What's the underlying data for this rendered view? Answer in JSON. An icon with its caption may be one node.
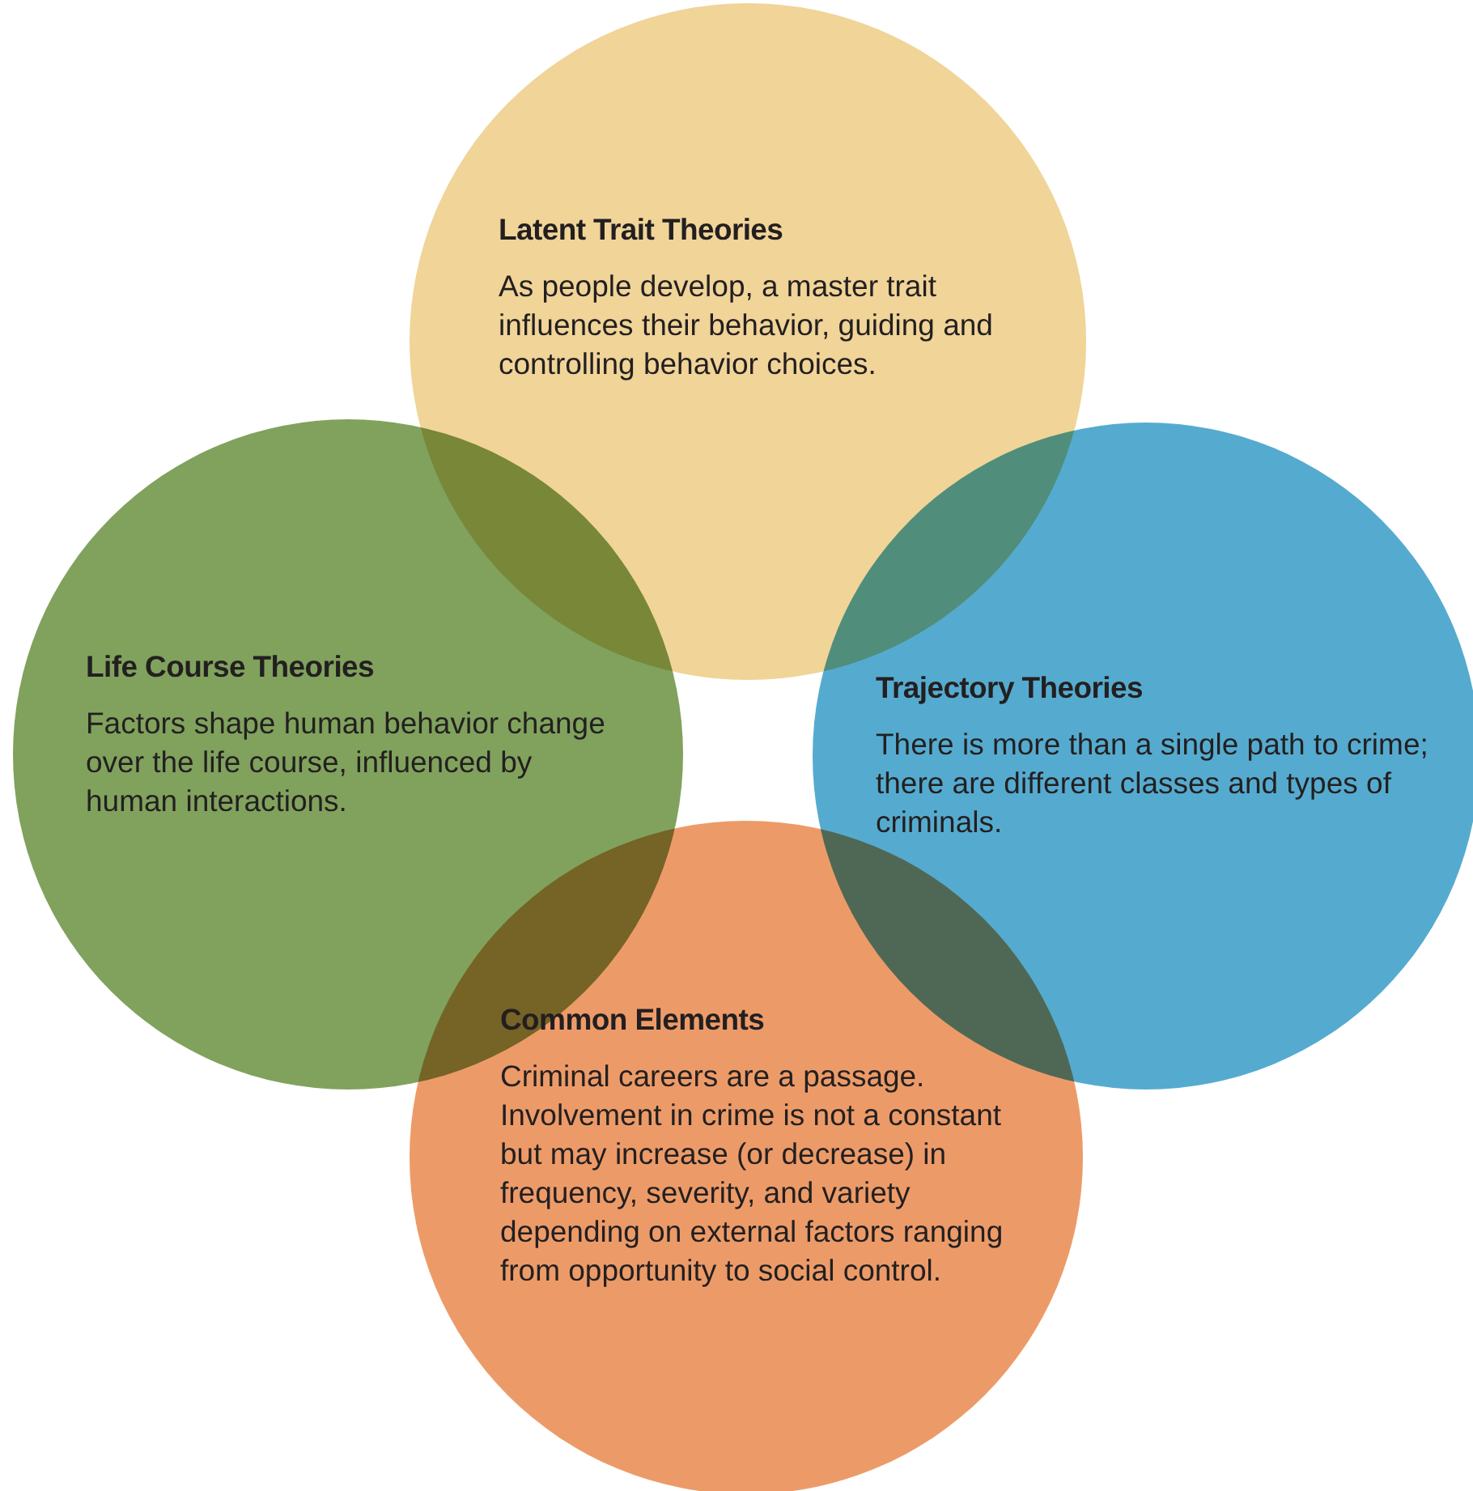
{
  "diagram": {
    "nodes": [
      {
        "text": [
          "Latent Trait Theories",
          "As people develop, a master trait influences their behavior, guiding and controlling behavior choices."
        ]
      },
      {
        "text": [
          "Life Course Theories",
          "Factors shape human behavior change over the life course, influenced by human interactions."
        ]
      },
      {
        "text": [
          "Trajectory Theories",
          "There is more than a single path to crime; there are different classes and types of criminals."
        ]
      },
      {
        "text": [
          "Common Elements",
          "Criminal careers are a passage. Involvement in crime is not a constant but may increase (or decrease) in frequency, severity, and variety depending on external factors ranging from opportunity to social control."
        ]
      }
    ],
    "edges": []
  }
}
